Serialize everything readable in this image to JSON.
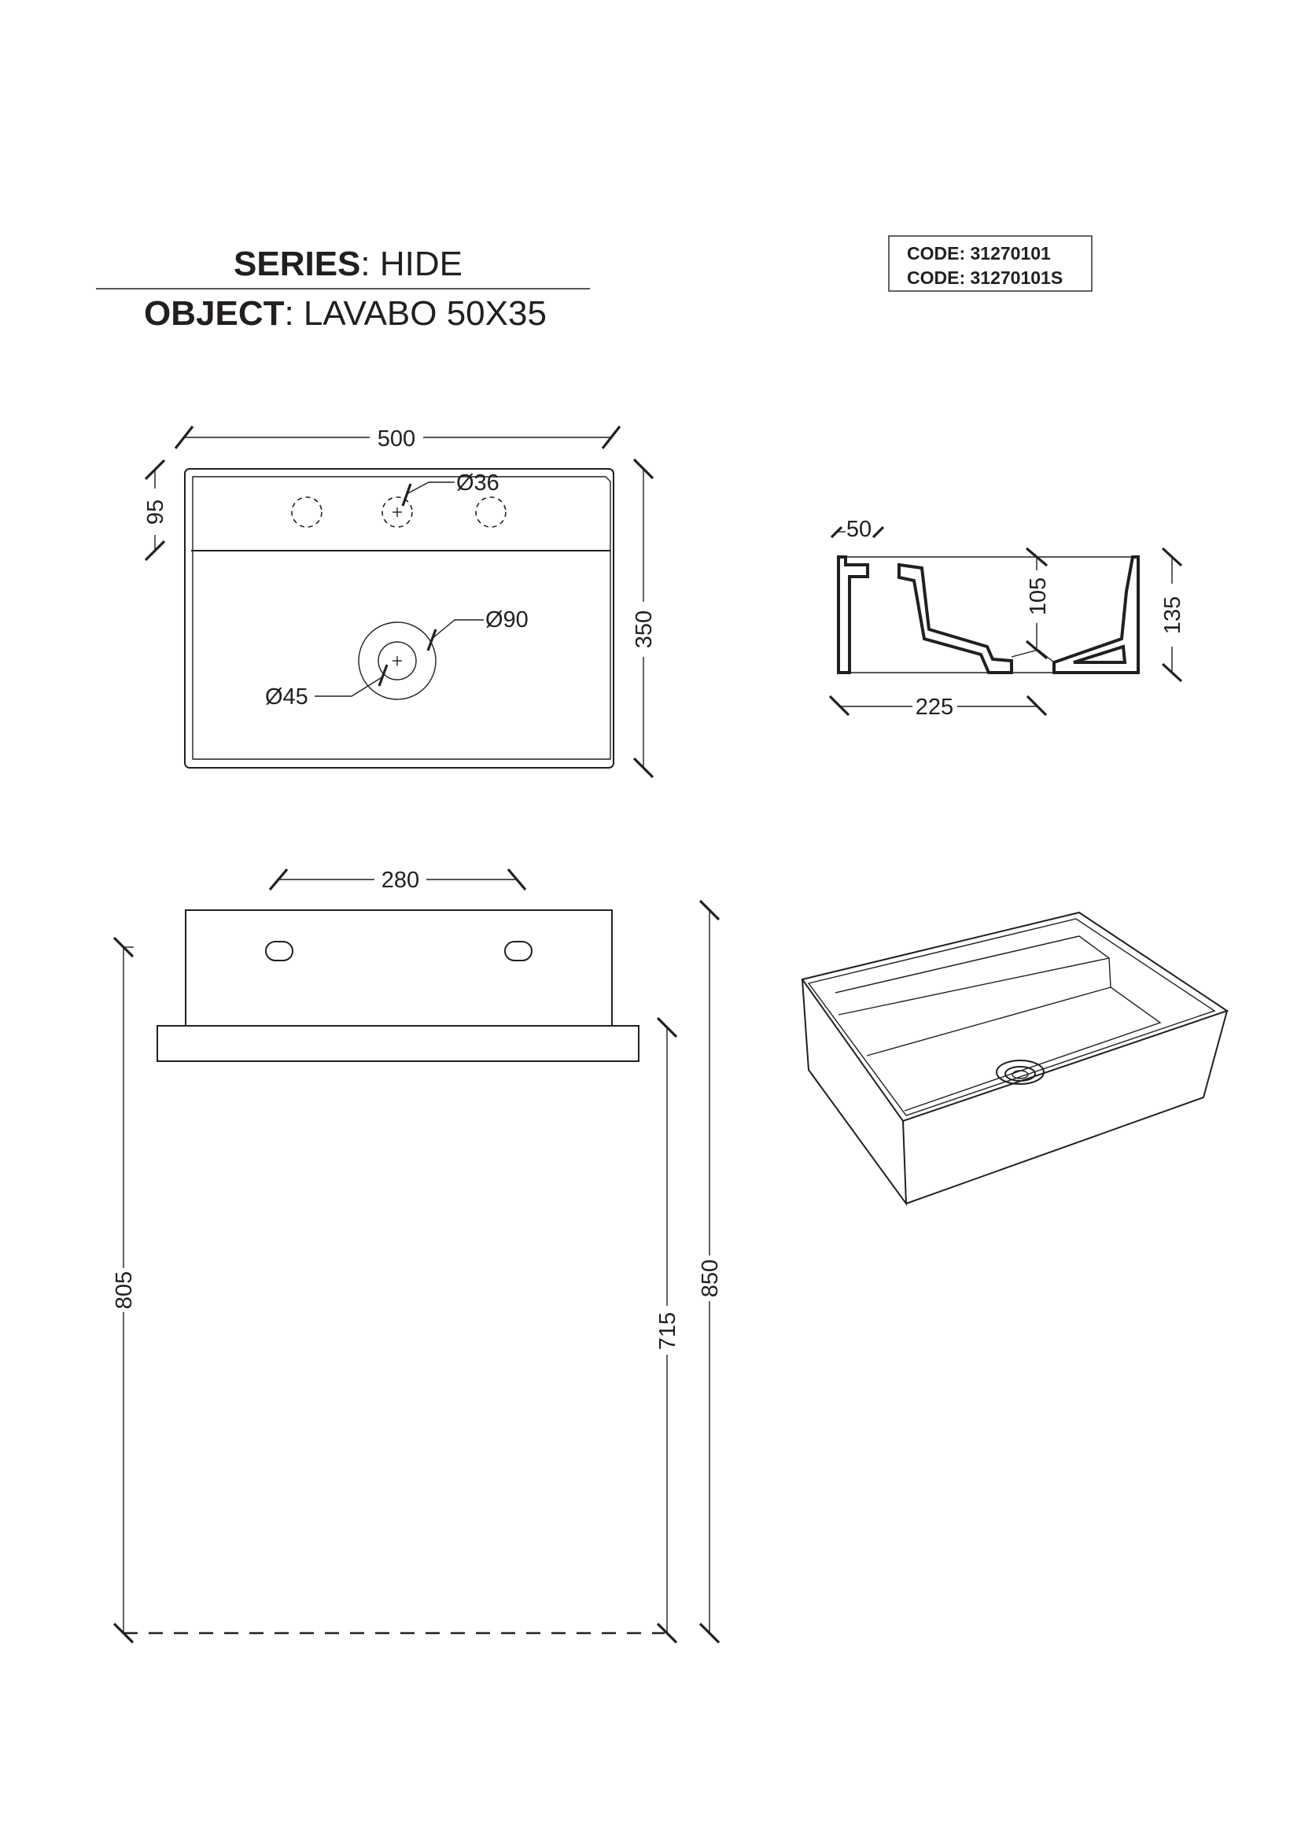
{
  "header": {
    "series_label": "SERIES",
    "series_value": ": HIDE",
    "object_label": "OBJECT",
    "object_value": ": LAVABO 50X35",
    "codes": [
      "CODE: 31270101",
      "CODE: 31270101S"
    ]
  },
  "top_view": {
    "width": "500",
    "depth": "350",
    "deck_depth": "95",
    "tap_hole_diameter": "Ø36",
    "waste_outer_diameter": "Ø90",
    "waste_inner_diameter": "Ø45"
  },
  "section_view": {
    "wall_thickness": "50",
    "bowl_depth": "105",
    "total_height": "135",
    "drain_offset": "225"
  },
  "front_view": {
    "tap_spacing": "280",
    "height_805": "805",
    "height_715": "715",
    "height_850": "850"
  },
  "colors": {
    "ink": "#231f20",
    "background": "#ffffff"
  }
}
